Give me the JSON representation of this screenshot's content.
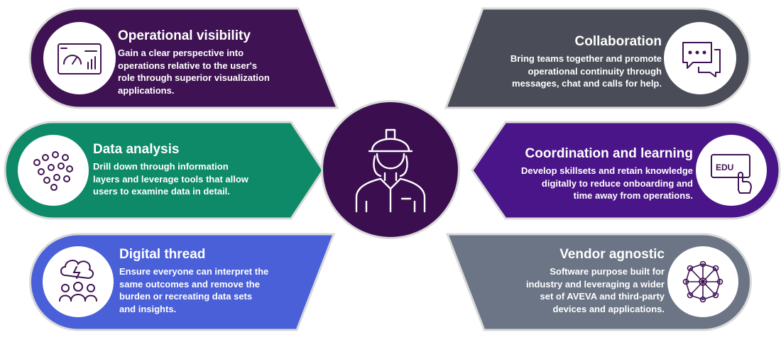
{
  "center": {
    "icon": "worker-hardhat-icon",
    "color": "#3b0f4f"
  },
  "cards": [
    {
      "id": "operational-visibility",
      "side": "left",
      "title": "Operational visibility",
      "lines": [
        "Gain a clear perspective into",
        "operations relative to the user's",
        "role through superior visualization",
        "applications."
      ],
      "color": "#3f1353",
      "icon": "dashboard-icon"
    },
    {
      "id": "data-analysis",
      "side": "left",
      "title": "Data analysis",
      "lines": [
        "Drill down through information",
        "layers and leverage tools that allow",
        "users to examine data in detail."
      ],
      "color": "#0e8a68",
      "icon": "data-cluster-icon"
    },
    {
      "id": "digital-thread",
      "side": "left",
      "title": "Digital thread",
      "lines": [
        "Ensure everyone can interpret the",
        "same outcomes and remove the",
        "burden or recreating data sets",
        "and insights."
      ],
      "color": "#4a60d8",
      "icon": "team-idea-icon"
    },
    {
      "id": "collaboration",
      "side": "right",
      "title": "Collaboration",
      "lines": [
        "Bring teams together and promote",
        "operational continuity through",
        "messages, chat and calls for help."
      ],
      "color": "#4a4c57",
      "icon": "chat-bubbles-icon"
    },
    {
      "id": "coordination-and-learning",
      "side": "right",
      "title": "Coordination and learning",
      "lines": [
        "Develop skillsets and retain knowledge",
        "digitally to reduce onboarding and",
        "time away from operations."
      ],
      "color": "#4a1588",
      "icon": "edu-touch-icon"
    },
    {
      "id": "vendor-agnostic",
      "side": "right",
      "title": "Vendor agnostic",
      "lines": [
        "Software purpose built for",
        "industry and leveraging a wider",
        "set of AVEVA and third-party",
        "devices and applications."
      ],
      "color": "#6b7585",
      "icon": "network-icon"
    }
  ]
}
